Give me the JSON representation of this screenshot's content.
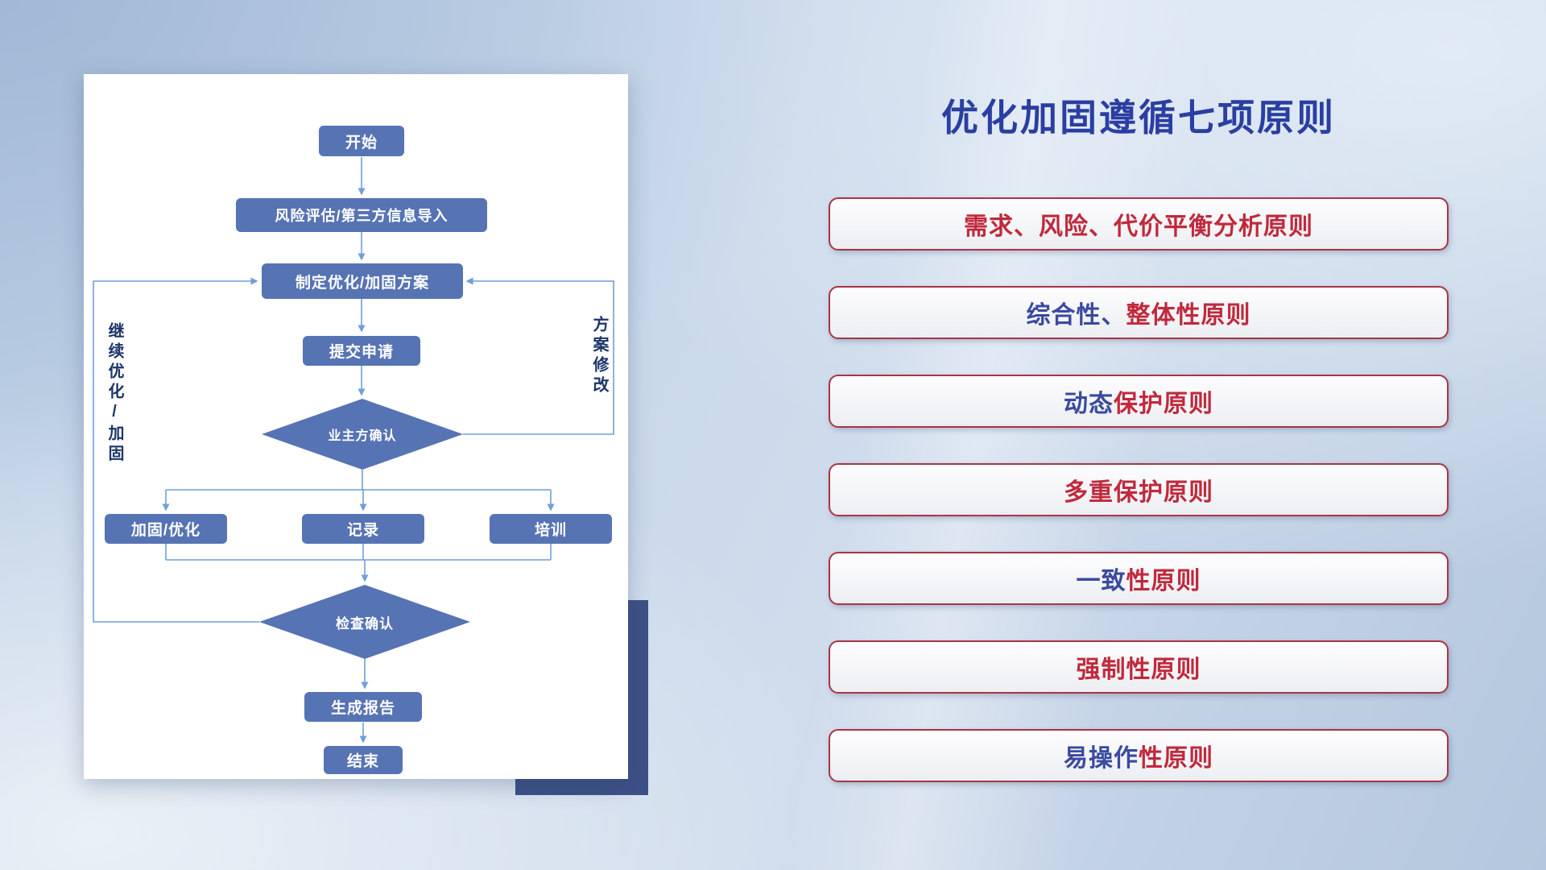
{
  "slide": {
    "title": "优化加固遵循七项原则"
  },
  "flowchart": {
    "nodes": {
      "start": "开始",
      "risk": "风险评估/第三方信息导入",
      "plan": "制定优化/加固方案",
      "submit": "提交申请",
      "confirm_owner": "业主方确认",
      "harden": "加固/优化",
      "record": "记录",
      "train": "培训",
      "check": "检查确认",
      "report": "生成报告",
      "end": "结束"
    },
    "labels": {
      "left_loop": "继续优化/加固",
      "right_loop": "方案修改"
    }
  },
  "principles": [
    {
      "text": "需求、风险、代价平衡分析原则",
      "segments": [
        {
          "text": "需求、风险、代价平衡分析原则",
          "color": "principle_red"
        }
      ]
    },
    {
      "text": "综合性、整体性原则",
      "segments": [
        {
          "text": "综合性、",
          "color": "principle_blue"
        },
        {
          "text": "整体性原则",
          "color": "principle_red"
        }
      ]
    },
    {
      "text": "动态保护原则",
      "segments": [
        {
          "text": "动态",
          "color": "principle_blue"
        },
        {
          "text": "保护原则",
          "color": "principle_red"
        }
      ]
    },
    {
      "text": "多重保护原则",
      "segments": [
        {
          "text": "多重保护原则",
          "color": "principle_red"
        }
      ]
    },
    {
      "text": "一致性原则",
      "segments": [
        {
          "text": "一致",
          "color": "principle_blue"
        },
        {
          "text": "性原则",
          "color": "principle_red"
        }
      ]
    },
    {
      "text": "强制性原则",
      "segments": [
        {
          "text": "强制性原则",
          "color": "principle_red"
        }
      ]
    },
    {
      "text": "易操作性原则",
      "segments": [
        {
          "text": "易操作",
          "color": "principle_blue"
        },
        {
          "text": "性原则",
          "color": "principle_red"
        }
      ]
    }
  ],
  "colors": {
    "title_blue": "#2b3ea2",
    "node_blue": "#5673b4",
    "connector_blue": "#6f9fd8",
    "loop_label_navy": "#1c3668",
    "principle_red": "#c0293c",
    "principle_blue": "#3a4aa0",
    "principle_border": "#a93445",
    "card_shadow_navy": "#3d5186"
  }
}
